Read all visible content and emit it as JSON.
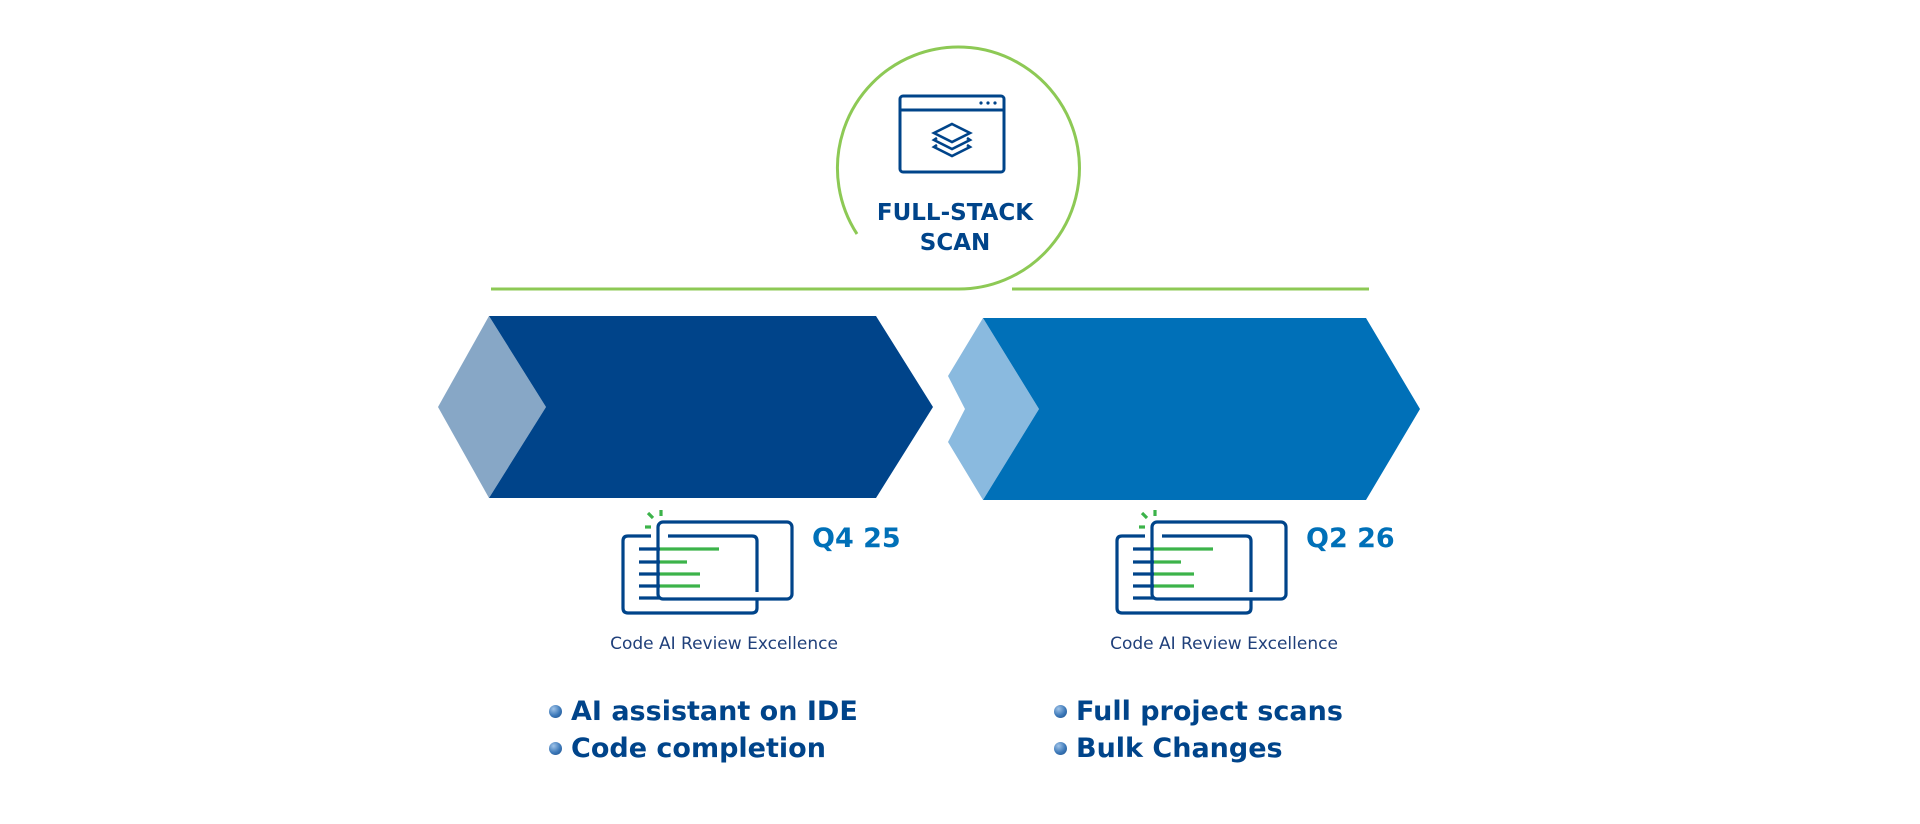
{
  "header": {
    "title_line1": "FULL-STACK",
    "title_line2": "SCAN",
    "icon": "browser-window-layers-icon"
  },
  "colors": {
    "phase1_main": "#00448A",
    "phase1_tail": "#87A7C6",
    "phase2_main": "#0070B8",
    "phase2_tail": "#8ABADF",
    "accent_green": "#8DC955",
    "icon_green": "#3CB34A",
    "text_dark": "#00448A",
    "quarter_text": "#0070B8"
  },
  "phases": [
    {
      "quarter": "Q4 25",
      "caption": "Code AI Review Excellence",
      "icon": "code-review-windows-icon",
      "bullets": [
        "AI assistant on IDE",
        "Code completion"
      ]
    },
    {
      "quarter": "Q2 26",
      "caption": "Code AI Review Excellence",
      "icon": "code-review-windows-icon",
      "bullets": [
        "Full project scans",
        "Bulk Changes"
      ]
    }
  ]
}
